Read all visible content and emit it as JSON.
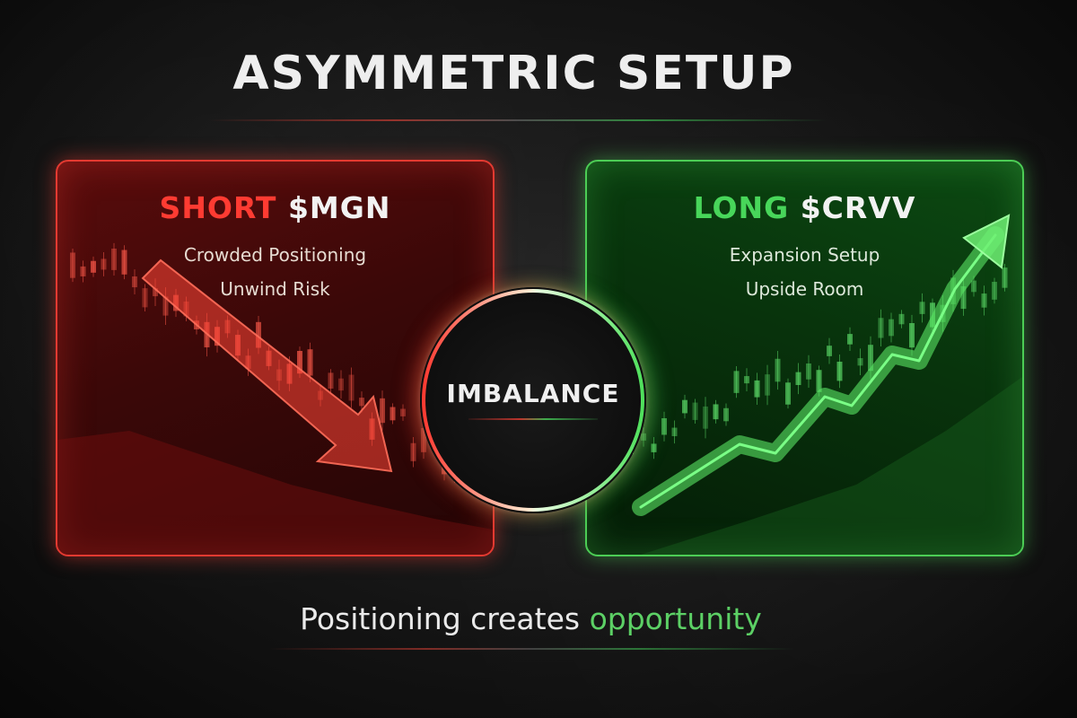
{
  "title": "ASYMMETRIC SETUP",
  "short_panel": {
    "heading_action": "SHORT",
    "heading_ticker": "$MGN",
    "line1": "Crowded Positioning",
    "line2": "Unwind Risk",
    "accent_color": "#e43a31"
  },
  "long_panel": {
    "heading_action": "LONG",
    "heading_ticker": "$CRVV",
    "line1": "Expansion Setup",
    "line2": "Upside Room",
    "accent_color": "#4ccd55"
  },
  "center": {
    "label": "IMBALANCE"
  },
  "tagline": {
    "part1": "Positioning creates ",
    "part2": "opportunity",
    "highlight_color": "#5cd065"
  },
  "icons": {
    "short_trend": "down-arrow-icon",
    "long_trend": "up-arrow-icon"
  }
}
